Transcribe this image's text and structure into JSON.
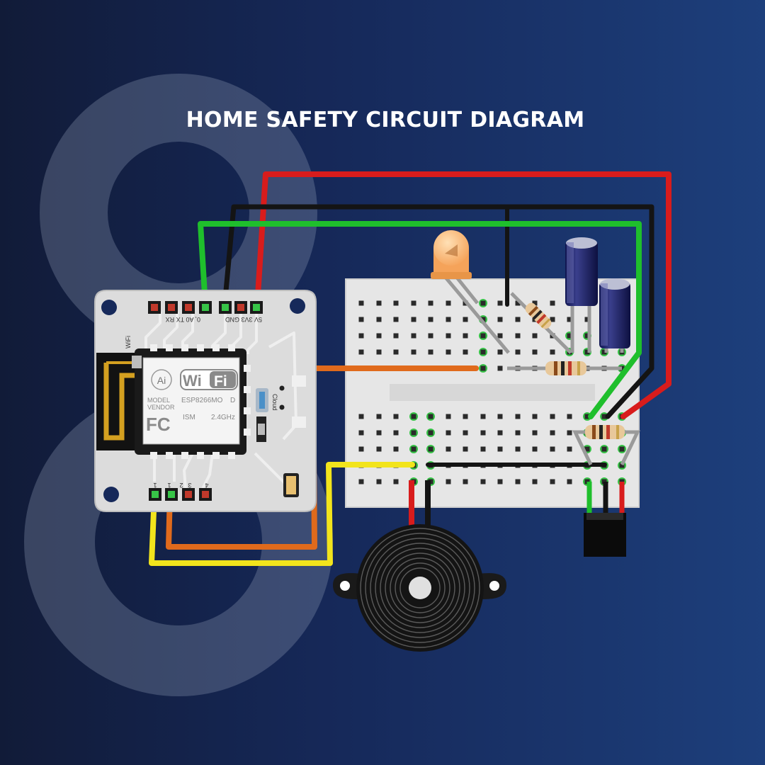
{
  "title": "HOME SAFETY CIRCUIT DIAGRAM",
  "colors": {
    "background_left": "#111b38",
    "background_right": "#1d3f7c",
    "wire_red": "#d81c1c",
    "wire_black": "#141414",
    "wire_green": "#1fbf2c",
    "wire_orange": "#e06a1c",
    "wire_yellow": "#f2e41c",
    "board": "#dcdcdc",
    "breadboard": "#e6e6e6"
  },
  "module": {
    "top_pin_labels": {
      "group1": "0, A0 TX RX",
      "group2": "GND",
      "group3": "5V 3V3"
    },
    "bottom_pin_labels": [
      "1",
      "1",
      "2",
      "3",
      "4"
    ],
    "wifi_side_label": "WiFi",
    "cloud_label": "Cloud",
    "chip": {
      "logo": "Ai",
      "wifi_badge_left": "Wi",
      "wifi_badge_right": "Fi",
      "model_line1": "MODEL",
      "model_line2": "VENDOR",
      "model_name": "ESP8266MO",
      "model_suffix": "D",
      "fc_mark": "FC",
      "ism": "ISM",
      "frequency": "2.4GHz"
    }
  },
  "icons": [
    "antenna-icon",
    "led-icon",
    "capacitor-icon",
    "resistor-icon",
    "buzzer-icon",
    "sensor-icon",
    "logo-watermark-icon"
  ]
}
